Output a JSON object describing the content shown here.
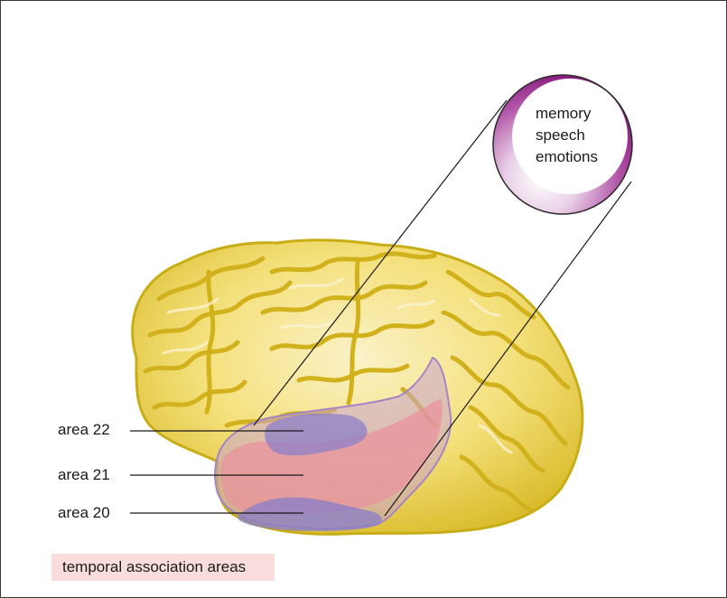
{
  "bubble": {
    "lines": [
      "memory",
      "speech",
      "emotions"
    ]
  },
  "areas": [
    {
      "label": "area 22"
    },
    {
      "label": "area 21"
    },
    {
      "label": "area 20"
    }
  ],
  "caption": "temporal association areas",
  "colors": {
    "brain_fill": "#f2df6a",
    "brain_outline": "#c9ad16",
    "gyrus_highlight": "#fbf3d2",
    "temporal_pink": "#e79aa8",
    "temporal_purple": "#a187c6",
    "bubble_ring": "#9b2f91",
    "caption_bg": "#f9dcdc"
  }
}
